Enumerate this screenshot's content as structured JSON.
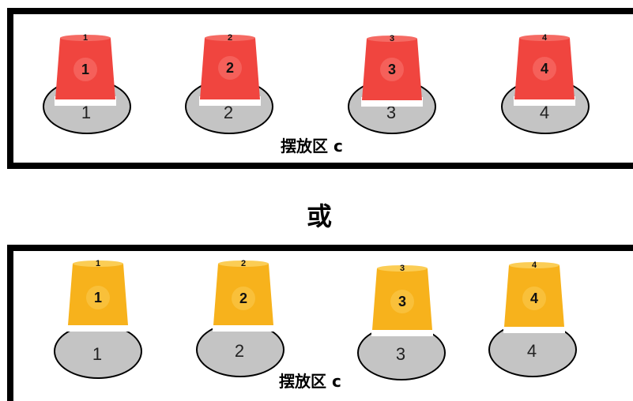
{
  "top_zone": {
    "label": "摆放区 c",
    "cup_color": "#f0453f",
    "cups": [
      {
        "label": "1"
      },
      {
        "label": "2"
      },
      {
        "label": "3"
      },
      {
        "label": "4"
      }
    ],
    "slots": [
      {
        "label": "1"
      },
      {
        "label": "2"
      },
      {
        "label": "3"
      },
      {
        "label": "4"
      }
    ]
  },
  "separator": "或",
  "bottom_zone": {
    "label": "摆放区 c",
    "cup_color": "#f7b21c",
    "cups": [
      {
        "label": "1"
      },
      {
        "label": "2"
      },
      {
        "label": "3"
      },
      {
        "label": "4"
      }
    ],
    "slots": [
      {
        "label": "1"
      },
      {
        "label": "2"
      },
      {
        "label": "3"
      },
      {
        "label": "4"
      }
    ]
  }
}
